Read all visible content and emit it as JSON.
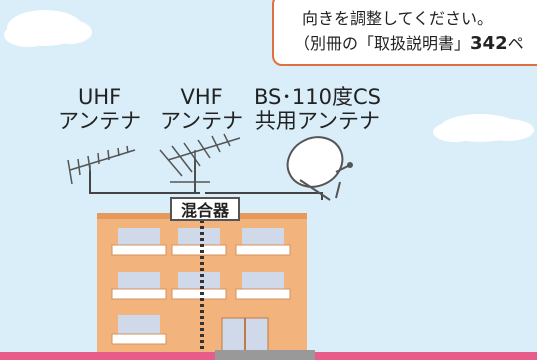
{
  "note": {
    "line1": "向きを調整してください。",
    "line2_prefix": "（別冊の「取扱説明書」",
    "line2_number": "342",
    "line2_suffix": "ペ"
  },
  "antennas": {
    "uhf_line1": "UHF",
    "uhf_line2": "アンテナ",
    "vhf_line1": "VHF",
    "vhf_line2": "アンテナ",
    "bs_line1": "BS･110度CS",
    "bs_line2": "共用アンテナ"
  },
  "mixer_label": "混合器",
  "colors": {
    "sky": "#d9eef8",
    "building": "#f3b37c",
    "building_dark": "#e59a5c",
    "windows": "#cfd9ea",
    "note_border": "#e07040",
    "ground_line": "#e85c8a"
  }
}
